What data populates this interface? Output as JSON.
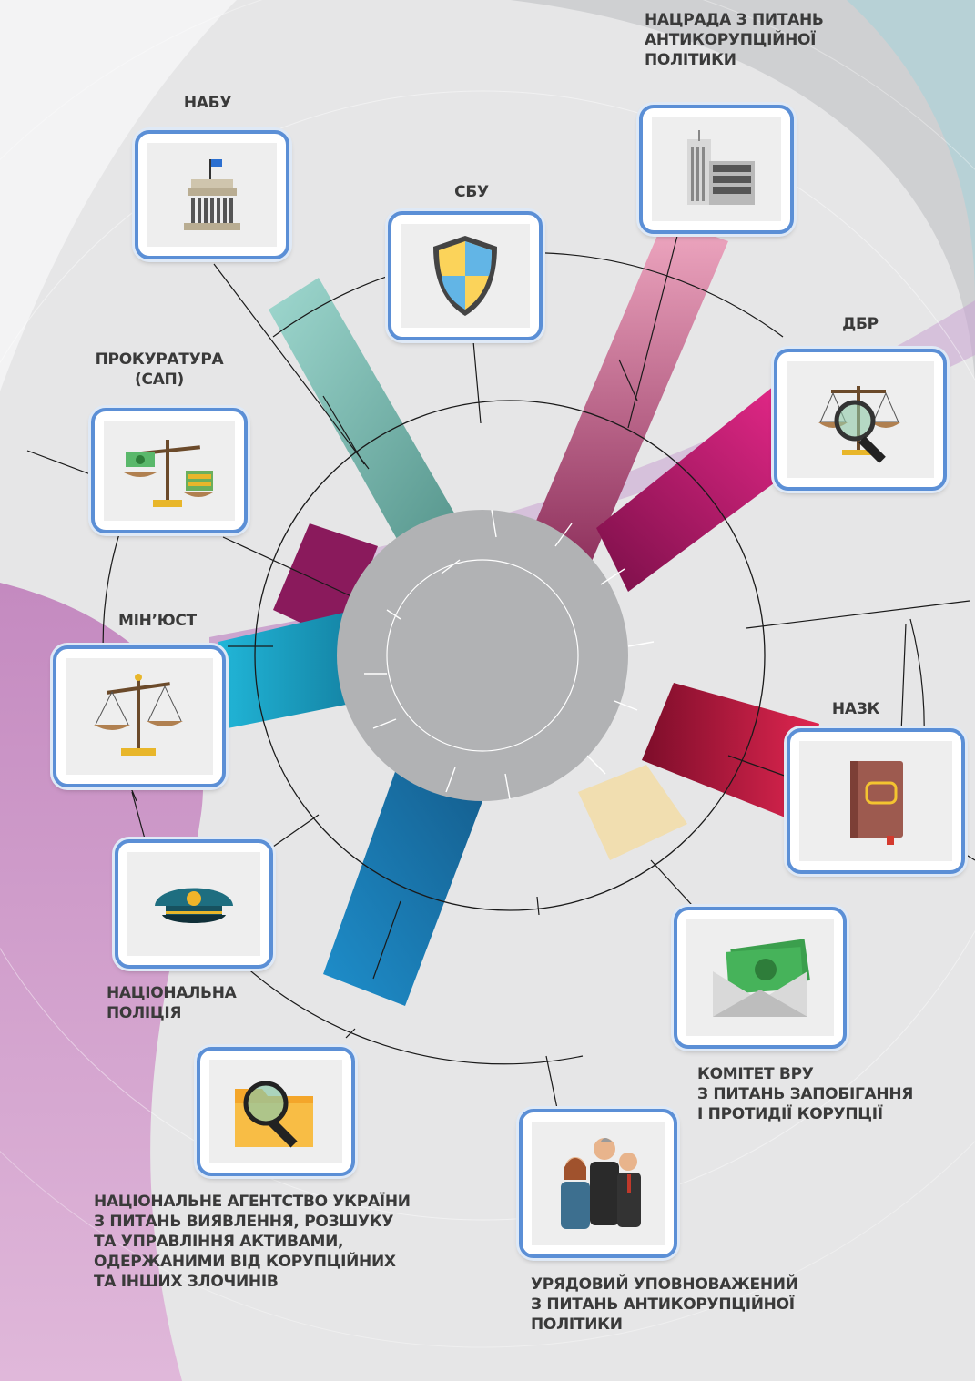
{
  "nodes": {
    "nabu": {
      "label": "НАБУ"
    },
    "sbu": {
      "label": "СБУ"
    },
    "natsrada": {
      "lines": [
        "НАЦРАДА З ПИТАНЬ",
        "АНТИКОРУПЦІЙНОЇ",
        "ПОЛІТИКИ"
      ]
    },
    "dbr": {
      "label": "ДБР"
    },
    "prosecutor": {
      "lines": [
        "ПРОКУРАТУРА",
        "(САП)"
      ]
    },
    "minjust": {
      "label": "МІН’ЮСТ"
    },
    "nazk": {
      "label": "НАЗК"
    },
    "police": {
      "lines": [
        "НАЦІОНАЛЬНА",
        "ПОЛІЦІЯ"
      ]
    },
    "committee": {
      "lines": [
        "КОМІТЕТ ВРУ",
        "З ПИТАНЬ ЗАПОБІГАННЯ",
        "І ПРОТИДІЇ КОРУПЦІЇ"
      ]
    },
    "arma": {
      "lines": [
        "НАЦІОНАЛЬНЕ АГЕНТСТВО УКРАЇНИ",
        "З ПИТАНЬ ВИЯВЛЕННЯ, РОЗШУКУ",
        "ТА УПРАВЛІННЯ АКТИВАМИ,",
        "ОДЕРЖАНИМИ ВІД КОРУПЦІЙНИХ",
        "ТА ІНШИХ ЗЛОЧИНІВ"
      ]
    },
    "commissioner": {
      "lines": [
        "УРЯДОВИЙ УПОВНОВАЖЕНИЙ",
        "З ПИТАНЬ АНТИКОРУПЦІЙНОЇ",
        "ПОЛІТИКИ"
      ]
    }
  },
  "icons": {
    "nabu": "government-building-icon",
    "sbu": "shield-icon",
    "natsrada": "office-building-icon",
    "dbr": "scales-magnifier-icon",
    "prosecutor": "scales-money-icon",
    "minjust": "scales-icon",
    "nazk": "book-icon",
    "police": "police-cap-icon",
    "committee": "money-envelope-icon",
    "arma": "folder-magnifier-icon",
    "commissioner": "officials-group-icon"
  },
  "colors": {
    "frame": "#5b8fd6",
    "hub": "#b1b2b4",
    "ray_teal": "#7fc6bb",
    "ray_pink": "#e77aa0",
    "ray_magenta": "#d41e7a",
    "ray_purple": "#8a1a5c",
    "ray_cyan": "#1ba6c8",
    "ray_crimson": "#c8163f",
    "ray_blue": "#1b87c4",
    "ray_cream": "#f3e0b3",
    "label": "#3a3a3a"
  }
}
